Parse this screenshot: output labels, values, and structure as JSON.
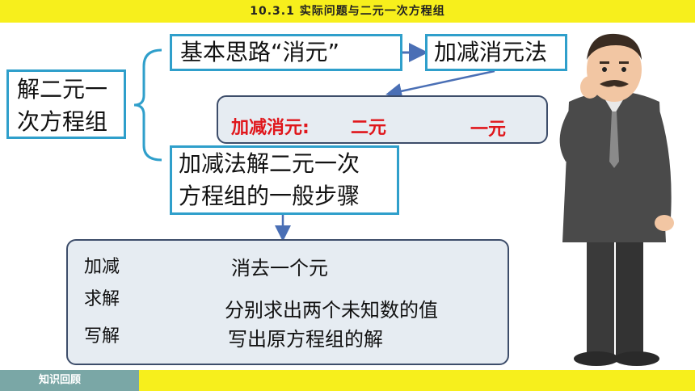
{
  "header": {
    "title": "10.3.1   实际问题与二元一次方程组"
  },
  "root": {
    "line1": "解二元一",
    "line2": "次方程组"
  },
  "branch_top": {
    "idea": "基本思路“消元”",
    "method": "加减消元法"
  },
  "elimination": {
    "label": "加减消元:",
    "from": "二元",
    "to": "一元"
  },
  "branch_bottom": {
    "line1": "加减法解二元一次",
    "line2": "方程组的一般步骤"
  },
  "steps": [
    {
      "name": "加减",
      "desc": "消去一个元"
    },
    {
      "name": "求解",
      "desc": "分别求出两个未知数的值"
    },
    {
      "name": "写解",
      "desc": "写出原方程组的解"
    }
  ],
  "footer": {
    "label": "知识回顾"
  },
  "colors": {
    "accent_yellow": "#f7ef1c",
    "box_border": "#2f9fcb",
    "arrow_blue": "#4a6fb5",
    "line_purple": "#8a3df2",
    "red_text": "#e0161b",
    "footer_teal": "#7aa7a6"
  }
}
